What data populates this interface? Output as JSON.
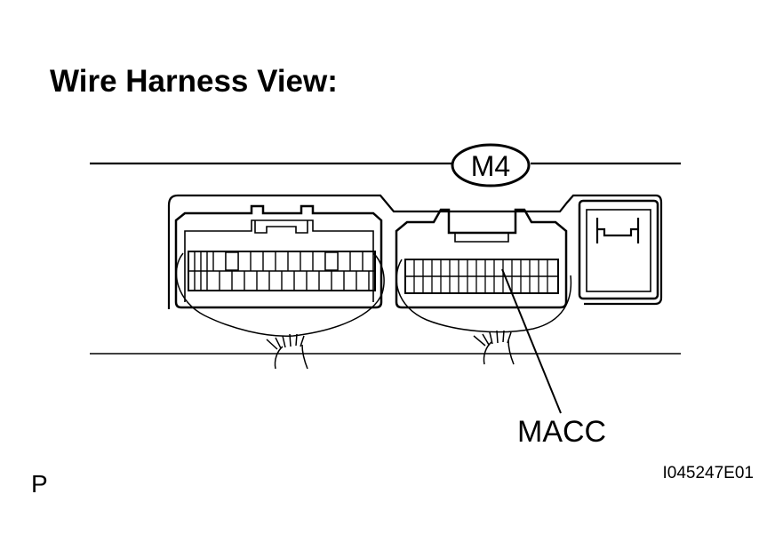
{
  "title": "Wire Harness View:",
  "connector_label": "M4",
  "terminal_label": "MACC",
  "corner_mark": "P",
  "figure_code": "I045247E01",
  "colors": {
    "line": "#000000",
    "background": "#ffffff"
  }
}
